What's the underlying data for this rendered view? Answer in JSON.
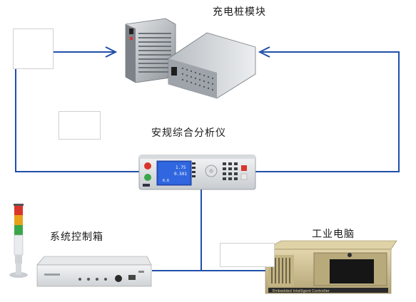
{
  "labels": {
    "charging_module": "充电桩模块",
    "safety_analyzer": "安规综合分析仪",
    "control_box": "系统控制箱",
    "industrial_pc": "工业电脑"
  },
  "analyzer_screen": {
    "line1": "1.75",
    "line2": "0.501",
    "line3": "6.6"
  },
  "pc_badge": "Embedded Intelligent Controller",
  "colors": {
    "connector": "#1f4fa8",
    "module_body": "#9aa0a6",
    "analyzer_screen": "#2a5bd6",
    "tower_red": "#d9352b",
    "tower_amber": "#e8a21a",
    "tower_green": "#3aa64a",
    "pc_body": "#c9b98d"
  },
  "icons": {
    "arrow_left": "arrow-right-icon",
    "arrow_right": "arrow-left-icon"
  }
}
